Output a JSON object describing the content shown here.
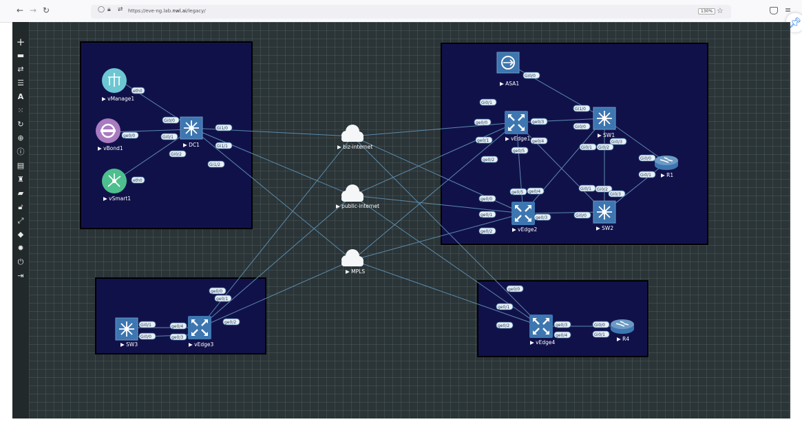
{
  "browser": {
    "url_prefix": "https://eve-ng.lab.",
    "url_host": "nwl.ai",
    "url_path": "/legacy/",
    "zoom": "130%"
  },
  "sidebar": {
    "items": [
      {
        "name": "add-object",
        "icon": "plus-icon"
      },
      {
        "name": "nodes",
        "icon": "server-icon"
      },
      {
        "name": "networks",
        "icon": "arrows-icon"
      },
      {
        "name": "startup-configs",
        "icon": "list-icon"
      },
      {
        "name": "text",
        "icon": "text-icon"
      },
      {
        "name": "status",
        "icon": "grid-icon"
      },
      {
        "name": "refresh",
        "icon": "refresh-icon"
      },
      {
        "name": "zoom",
        "icon": "zoom-icon"
      },
      {
        "name": "lab-details",
        "icon": "info-icon"
      },
      {
        "name": "topology-list",
        "icon": "table-icon"
      },
      {
        "name": "workbooks",
        "icon": "graduation-icon"
      },
      {
        "name": "chat",
        "icon": "comment-icon"
      },
      {
        "name": "lock",
        "icon": "unlock-icon"
      },
      {
        "name": "fullscreen",
        "icon": "expand-icon"
      },
      {
        "name": "tags",
        "icon": "tag-icon"
      },
      {
        "name": "settings",
        "icon": "cog-icon"
      },
      {
        "name": "power",
        "icon": "power-icon"
      },
      {
        "name": "close-lab",
        "icon": "signout-icon"
      }
    ]
  },
  "colors": {
    "canvas_bg": "#2b3437",
    "group_bg": "#11114a",
    "link": "#5b8bab",
    "cisco_blue": "#3d76b0",
    "vmanage": "#6cc7d3",
    "vbond": "#a97bc0",
    "vsmart": "#4dbf8f"
  },
  "nodes": {
    "vmanage1": "vManage1",
    "vbond1": "vBond1",
    "vsmart1": "vSmart1",
    "dc1": "DC1",
    "biz": "biz-internet",
    "public": "public-internet",
    "mpls": "MPLS",
    "asa1": "ASA1",
    "vedge1": "vEdge1",
    "sw1": "SW1",
    "r1": "R1",
    "vedge2": "vEdge2",
    "sw2": "SW2",
    "sw3": "SW3",
    "vedge3": "vEdge3",
    "vedge4": "vEdge4",
    "r4": "R4"
  },
  "interfaces": {
    "vmanage_eth0": "eth0",
    "vbond_ge00": "ge0/0",
    "vsmart_eth0": "eth0",
    "dc1_gi00": "Gi0/0",
    "dc1_gi01": "Gi0/1",
    "dc1_gi02": "Gi0/2",
    "dc1_gi10": "Gi1/0",
    "dc1_gi11": "Gi1/1",
    "dc1_gi12": "Gi1/2",
    "asa_gi00": "Gi0/0",
    "asa_gi01": "Gi0/1",
    "sw1_gi10": "Gi1/0",
    "sw1_gi00": "Gi0/0",
    "sw1_gi01": "Gi0/1",
    "sw1_gi02": "Gi0/2",
    "sw1_gi03": "Gi0/3",
    "r1_gi00": "Gi0/0",
    "r1_gi01": "Gi0/1",
    "ve1_ge00": "ge0/0",
    "ve1_ge03": "ge0/3",
    "ve1_ge01": "ge0/1",
    "ve1_ge04": "ge0/4",
    "ve1_ge05": "ge0/5",
    "ve1_ge02": "ge0/2",
    "ve2_ge05": "ge0/5",
    "ve2_ge04": "ge0/4",
    "ve2_ge00": "ge0/0",
    "ve2_ge01": "ge0/1",
    "ve2_ge02": "ge0/2",
    "ve2_ge03": "ge0/3",
    "sw2_gi01": "Gi0/1",
    "sw2_gi02": "Gi0/2",
    "sw2_gi03": "Gi0/3",
    "sw2_gi00": "Gi0/0",
    "sw3_gi01": "Gi0/1",
    "sw3_gi00": "Gi0/0",
    "ve3_ge04": "ge0/4",
    "ve3_ge03": "ge0/3",
    "ve3_ge00": "ge0/0",
    "ve3_ge01": "ge0/1",
    "ve3_ge02": "ge0/2",
    "ve4_ge00": "ge0/0",
    "ve4_ge01": "ge0/1",
    "ve4_ge02": "ge0/2",
    "ve4_ge03": "ge0/3",
    "ve4_ge04": "ge0/4",
    "r4_gi00": "Gi0/0",
    "r4_gi01": "Gi0/1"
  }
}
